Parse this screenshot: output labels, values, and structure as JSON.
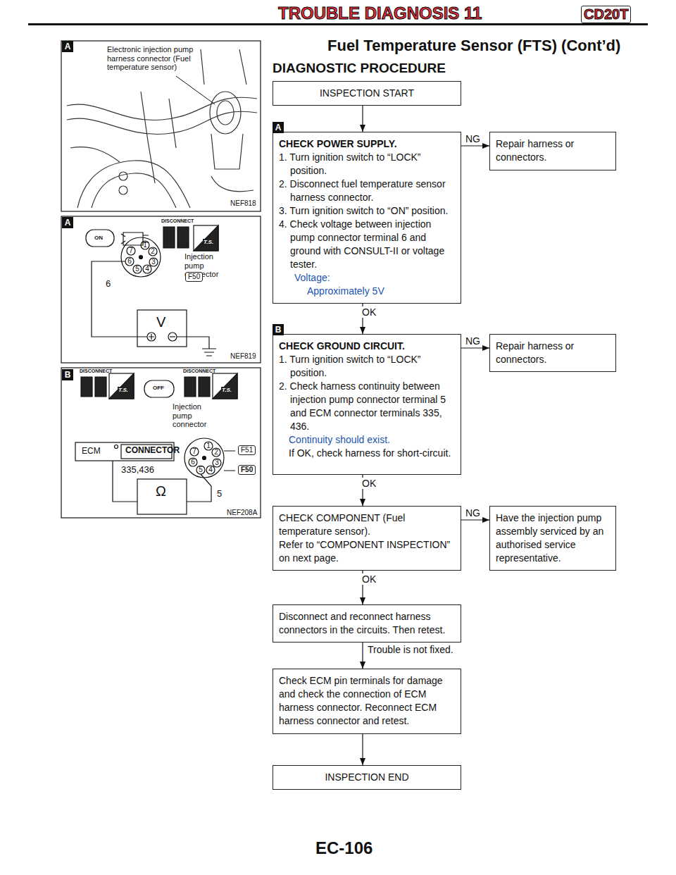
{
  "diagram": {
    "title": "TROUBLE DIAGNOSIS 11",
    "nodes": [
      {
        "text": [
          "INSPECTION START"
        ]
      },
      {
        "text": [
          "CHECK POWER SUPPLY.",
          "1. Turn ignition switch to “LOCK” position.",
          "2. Disconnect fuel temperature sensor harness connector.",
          "3. Turn ignition switch to “ON” position.",
          "4. Check voltage between injection pump connector terminal 6 and ground with CONSULT-II or voltage tester.",
          "Voltage:",
          "Approximately 5V"
        ]
      },
      {
        "text": [
          "Repair harness or connectors."
        ]
      },
      {
        "text": [
          "CHECK GROUND CIRCUIT.",
          "1. Turn ignition switch to “LOCK” position.",
          "2. Check harness continuity between injection pump connector terminal 5 and ECM connector terminals 335, 436.",
          "Continuity should exist.",
          "If OK, check harness for short-circuit."
        ]
      },
      {
        "text": [
          "Repair harness or connectors."
        ]
      },
      {
        "text": [
          "CHECK COMPONENT (Fuel temperature sensor).",
          "Refer to “COMPONENT INSPECTION” on next page."
        ]
      },
      {
        "text": [
          "Have the injection pump assembly serviced by an authorised service representative."
        ]
      },
      {
        "text": [
          "Disconnect and reconnect harness connectors in the circuits. Then retest."
        ]
      },
      {
        "text": [
          "Check ECM pin terminals for damage and check the connection of ECM harness connector. Reconnect ECM harness connector and retest."
        ]
      },
      {
        "text": [
          "INSPECTION END"
        ]
      }
    ],
    "edges": [
      {
        "from": 0,
        "to": 1,
        "arrow": "to"
      },
      {
        "from": 1,
        "to": 2,
        "label": "NG",
        "arrow": "to"
      },
      {
        "from": 1,
        "to": 3,
        "label": "OK",
        "arrow": "to"
      },
      {
        "from": 3,
        "to": 4,
        "label": "NG",
        "arrow": "to"
      },
      {
        "from": 3,
        "to": 5,
        "label": "OK",
        "arrow": "to"
      },
      {
        "from": 5,
        "to": 6,
        "label": "NG",
        "arrow": "to"
      },
      {
        "from": 5,
        "to": 7,
        "label": "OK",
        "arrow": "to"
      },
      {
        "from": 7,
        "to": 8,
        "label": "Trouble is not fixed.",
        "arrow": "to"
      },
      {
        "from": 8,
        "to": 9,
        "arrow": "to"
      }
    ],
    "labels": [
      "CD20T",
      "Fuel Temperature Sensor (FTS) (Cont’d)",
      "DIAGNOSTIC PROCEDURE",
      "A",
      "Electronic injection pump harness connector (Fuel temperature sensor)",
      "NEF818",
      "A",
      "ON",
      "DISCONNECT",
      "T.S.",
      "Injection pump connector",
      "F50",
      "1",
      "2",
      "3",
      "4",
      "5",
      "6",
      "7",
      "6",
      "V",
      "NEF819",
      "B",
      "DISCONNECT",
      "T.S.",
      "OFF",
      "DISCONNECT",
      "T.S.",
      "Injection pump connector",
      "ECM",
      "CONNECTOR",
      "335,436",
      "1",
      "2",
      "3",
      "4",
      "5",
      "6",
      "7",
      "F51",
      "F50",
      "5",
      "Ω",
      "NEF208A",
      "A",
      "B",
      "EC-106"
    ]
  }
}
